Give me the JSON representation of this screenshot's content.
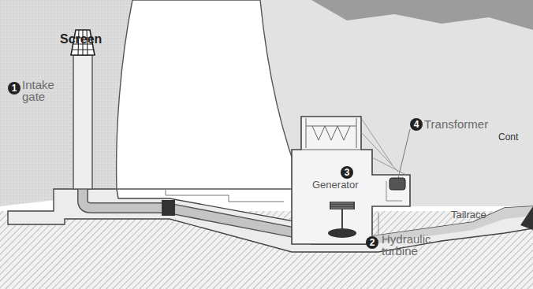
{
  "diagram": {
    "labels": [
      "Screen",
      "1",
      "Intake gate",
      "4",
      "Transformer",
      "Cont",
      "3",
      "Generator",
      "2",
      "Hydraulic turbine",
      "Tailrace"
    ]
  }
}
